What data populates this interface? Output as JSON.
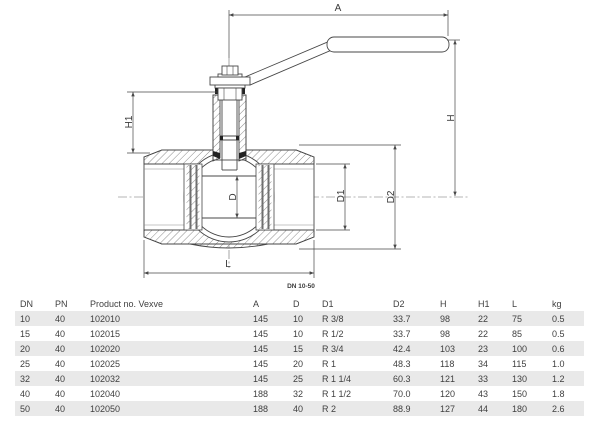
{
  "diagram": {
    "labels": {
      "a": "A",
      "h": "H",
      "h1": "H1",
      "d": "D",
      "d1": "D1",
      "d2": "D2",
      "l": "L",
      "size_range": "DN 10-50"
    }
  },
  "table": {
    "columns": [
      "DN",
      "PN",
      "Product no. Vexve",
      "A",
      "D",
      "D1",
      "D2",
      "H",
      "H1",
      "L",
      "kg"
    ],
    "rows": [
      [
        "10",
        "40",
        "102010",
        "145",
        "10",
        "R 3/8",
        "33.7",
        "98",
        "22",
        "75",
        "0.5"
      ],
      [
        "15",
        "40",
        "102015",
        "145",
        "10",
        "R 1/2",
        "33.7",
        "98",
        "22",
        "85",
        "0.5"
      ],
      [
        "20",
        "40",
        "102020",
        "145",
        "15",
        "R 3/4",
        "42.4",
        "103",
        "23",
        "100",
        "0.6"
      ],
      [
        "25",
        "40",
        "102025",
        "145",
        "20",
        "R 1",
        "48.3",
        "118",
        "34",
        "115",
        "1.0"
      ],
      [
        "32",
        "40",
        "102032",
        "145",
        "25",
        "R 1 1/4",
        "60.3",
        "121",
        "33",
        "130",
        "1.2"
      ],
      [
        "40",
        "40",
        "102040",
        "188",
        "32",
        "R 1 1/2",
        "70.0",
        "120",
        "43",
        "150",
        "1.8"
      ],
      [
        "50",
        "40",
        "102050",
        "188",
        "40",
        "R 2",
        "88.9",
        "127",
        "44",
        "180",
        "2.6"
      ]
    ]
  },
  "colors": {
    "line": "#474747",
    "row_shade": "#e9e9e9",
    "text": "#3f3f3f"
  }
}
